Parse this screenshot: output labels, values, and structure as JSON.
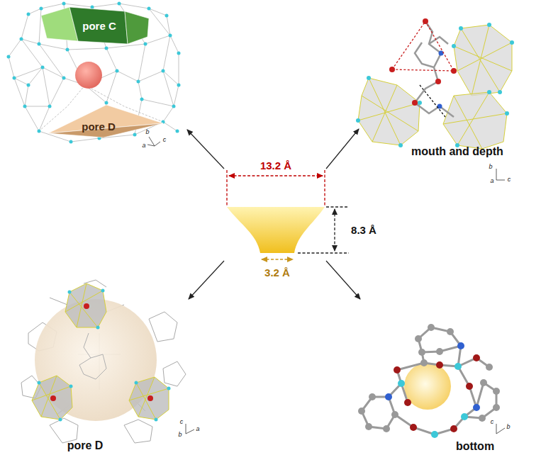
{
  "diagram": {
    "nodes": [
      {
        "text": [
          "pore C"
        ]
      },
      {
        "text": [
          "pore D"
        ]
      }
    ],
    "labels": [
      "13.2 Å",
      "8.3 Å",
      "3.2 Å",
      "mouth and depth",
      "pore D",
      "bottom",
      "a",
      "b",
      "c",
      "b",
      "a",
      "c",
      "c",
      "b",
      "a",
      "c",
      "b"
    ]
  }
}
